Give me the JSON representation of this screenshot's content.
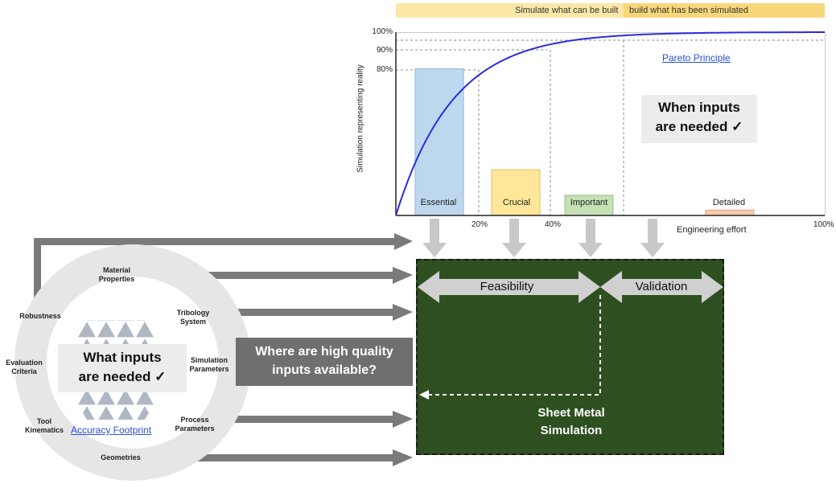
{
  "banner": {
    "left_text": "Simulate what can be built",
    "right_text": "build what has been simulated"
  },
  "chart_data": {
    "type": "bar",
    "ylabel": "Simulation representing reality",
    "xlabel": "Engineering effort",
    "y_ticks": [
      "100%",
      "90%",
      "80%"
    ],
    "x_ticks": [
      "20%",
      "40%",
      "100%"
    ],
    "categories": [
      "Essential",
      "Crucial",
      "Important",
      "Detailed"
    ],
    "values": [
      80,
      25,
      11,
      3
    ],
    "curve_label": "Pareto Principle",
    "ylim": [
      0,
      100
    ],
    "xlim": [
      0,
      100
    ]
  },
  "when_box": {
    "line1": "When inputs",
    "line2": "are needed ✓"
  },
  "circle": {
    "labels": {
      "material": [
        "Material",
        "Properties"
      ],
      "robustness": "Robustness",
      "tribology": [
        "Tribology",
        "System"
      ],
      "evaluation": [
        "Evaluation",
        "Criteria"
      ],
      "simulation": [
        "Simulation",
        "Parameters"
      ],
      "tool": [
        "Tool",
        "Kinematics"
      ],
      "process": [
        "Process",
        "Parameters"
      ],
      "geometries": "Geometries"
    },
    "what_box": {
      "line1": "What inputs",
      "line2": "are needed ✓"
    },
    "accuracy_link": "Accuracy Footprint"
  },
  "where_box": {
    "line1": "Where are high quality",
    "line2": "inputs  available?"
  },
  "sim_box": {
    "feasibility": "Feasibility",
    "validation": "Validation",
    "title_line1": "Sheet Metal",
    "title_line2": "Simulation"
  },
  "colors": {
    "essential": "#bdd7ee",
    "crucial": "#ffe699",
    "important": "#c5e0b4",
    "detailed": "#f8cbad",
    "curve": "#2b2be0",
    "sim_green": "#2e5021",
    "arrow_gray": "#7a7a7a"
  }
}
